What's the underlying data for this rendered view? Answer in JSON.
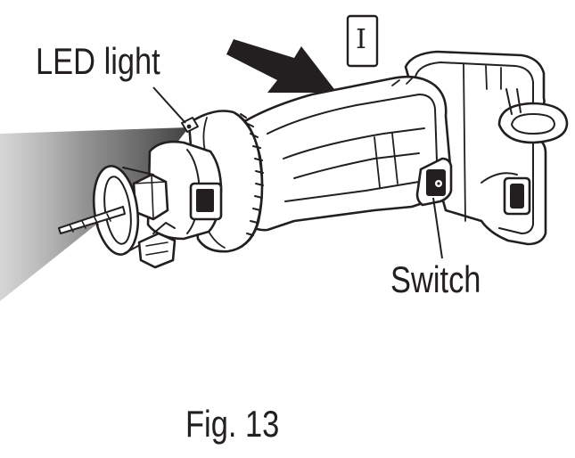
{
  "labels": {
    "led": "LED light",
    "switch": "Switch",
    "figure": "Fig. 13"
  },
  "on_symbol": "I",
  "colors": {
    "ink": "#231f20",
    "light_beam": "#7a7a7a",
    "paper": "#ffffff"
  }
}
